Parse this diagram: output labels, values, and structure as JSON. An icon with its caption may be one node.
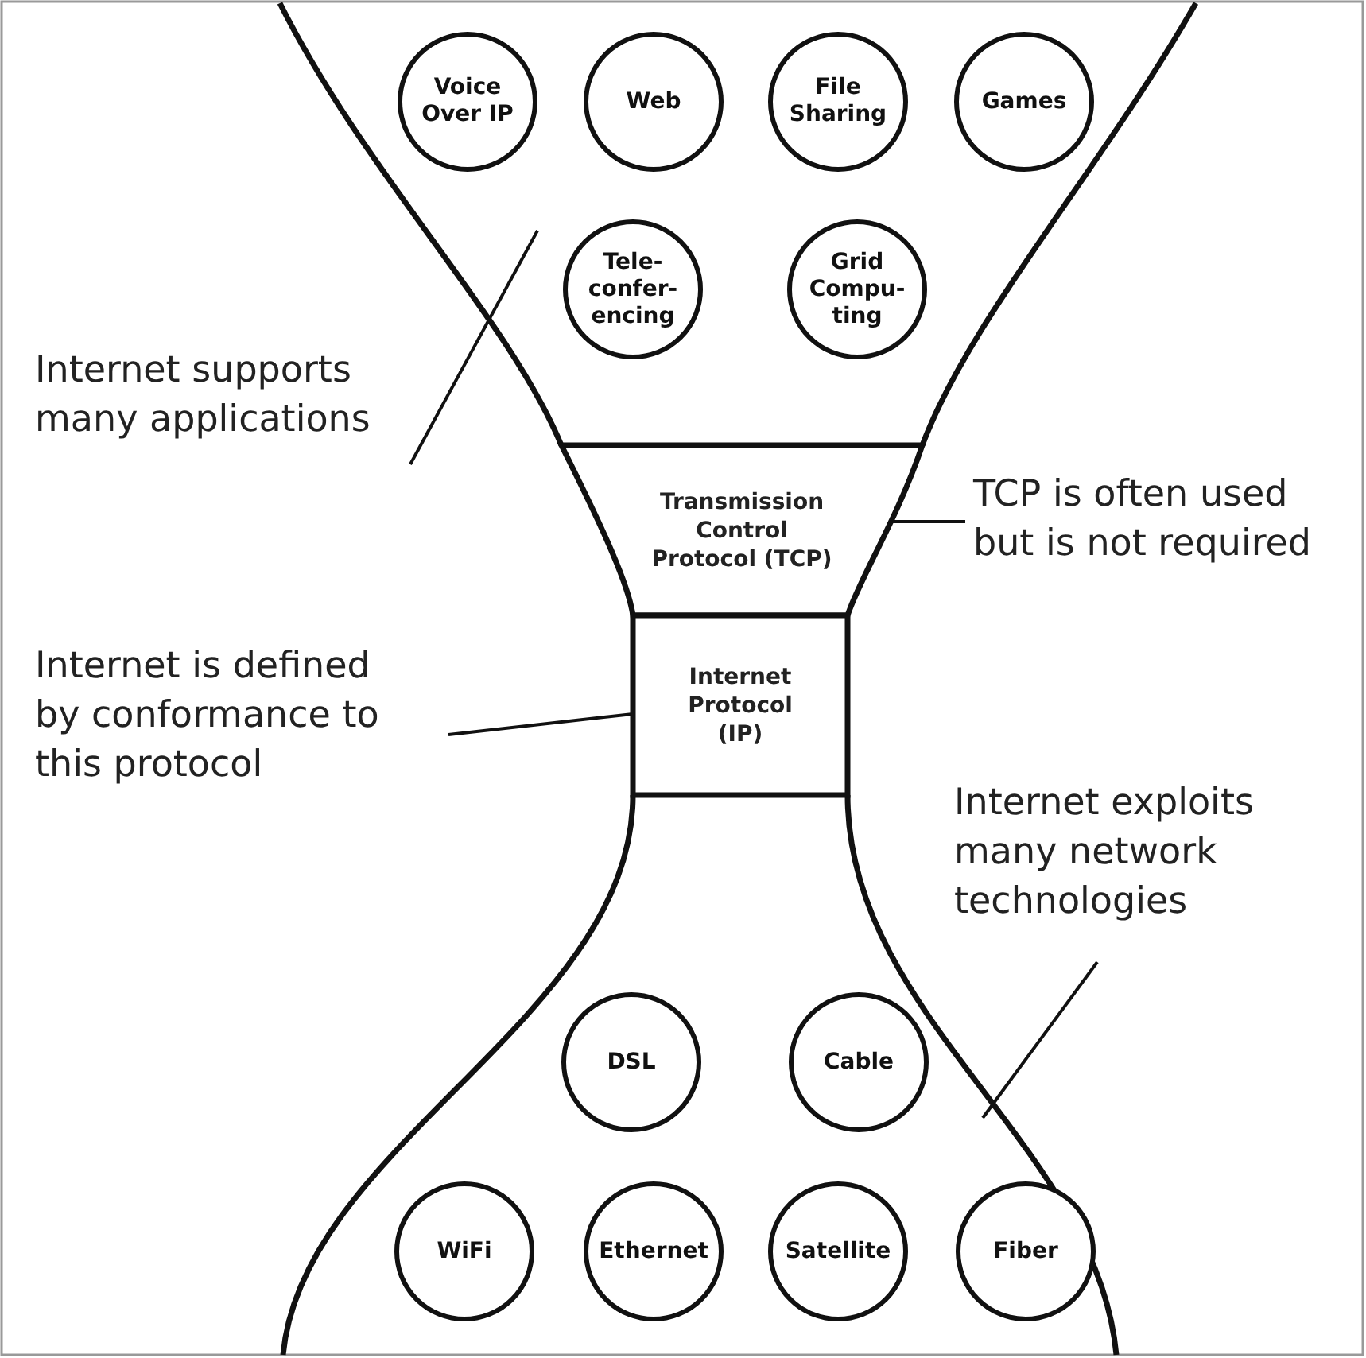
{
  "diagram": {
    "nodes": [
      {
        "text": [
          "Voice Over IP"
        ]
      },
      {
        "text": [
          "Web"
        ]
      },
      {
        "text": [
          "File Sharing"
        ]
      },
      {
        "text": [
          "Games"
        ]
      },
      {
        "text": [
          "Tele- confer- encing"
        ]
      },
      {
        "text": [
          "Grid Compu- ting"
        ]
      },
      {
        "text": [
          "Transmission Control Protocol (TCP)"
        ]
      },
      {
        "text": [
          "Internet Protocol (IP)"
        ]
      },
      {
        "text": [
          "DSL"
        ]
      },
      {
        "text": [
          "Cable"
        ]
      },
      {
        "text": [
          "WiFi"
        ]
      },
      {
        "text": [
          "Ethernet"
        ]
      },
      {
        "text": [
          "Satellite"
        ]
      },
      {
        "text": [
          "Fiber"
        ]
      },
      {
        "text": [
          "Internet supports many applications"
        ]
      },
      {
        "text": [
          "TCP is often used but is not required"
        ]
      },
      {
        "text": [
          "Internet is defined by conformance to this protocol"
        ]
      },
      {
        "text": [
          "Internet exploits many network technologies"
        ]
      }
    ],
    "edges": [
      {
        "from": 14,
        "to": null,
        "arrow": "none"
      },
      {
        "from": 15,
        "to": 6,
        "arrow": "none"
      },
      {
        "from": 16,
        "to": 7,
        "arrow": "none"
      },
      {
        "from": 17,
        "to": null,
        "arrow": "none"
      }
    ]
  }
}
